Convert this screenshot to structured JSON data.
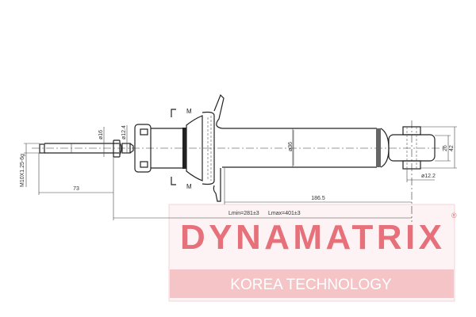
{
  "drawing": {
    "markers": {
      "section_top": "M",
      "section_bottom": "M"
    },
    "dimensions": {
      "thread": "M10X1.25-6g",
      "rod_dia": "ø16",
      "nut_dia": "ø12.4",
      "rod_length": "73",
      "body_dia": "ø36",
      "body_length": "186.5",
      "eye_inner_width": "26",
      "eye_outer_width": "42",
      "eye_bore": "ø12.2",
      "lmin": "Lmin=281±3",
      "lmax": "Lmax=401±3"
    }
  },
  "watermark": {
    "brand": "DYNAMATRIX",
    "tagline": "KOREA TECHNOLOGY",
    "registered": "®",
    "colors": {
      "brand": "#e7717a",
      "band": "#f4c4c7"
    }
  }
}
